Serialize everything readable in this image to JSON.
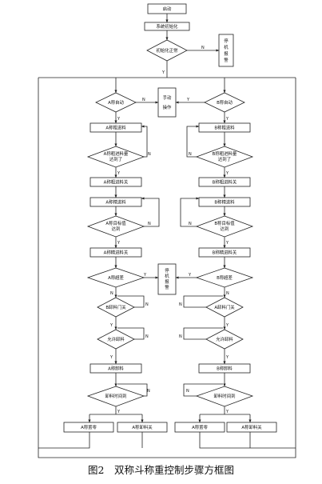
{
  "caption": "图2　双称斗称重控制步骤方框图",
  "nodes": {
    "start": "启动",
    "init": "系统初始化",
    "init_ok": "初始化正常",
    "alarm_top": [
      "停",
      "机",
      "报",
      "警"
    ],
    "manual": [
      "手动",
      "操作"
    ],
    "a_auto": "A称自动",
    "b_auto": "B称自动",
    "a_coarse_feed": "A称粗进料",
    "b_coarse_feed": "B称粗进料",
    "a_coarse_target": [
      "A称粗进料量",
      "达到了"
    ],
    "b_coarse_target": [
      "B称粗进料量",
      "达到了"
    ],
    "a_coarse_close": "A称粗进料关",
    "b_coarse_close": "B称粗进料关",
    "a_fine_feed": "A称精进料",
    "b_fine_feed": "B称精进料",
    "a_target_wt": [
      "A称目标值",
      "达到"
    ],
    "b_target_wt": [
      "B称目标值",
      "达到"
    ],
    "a_fine_close": "A称精进料关",
    "b_fine_close": "B称精进料关",
    "a_fault": "A称超差",
    "b_fault": "B称超差",
    "alarm_mid": [
      "停",
      "机",
      "报",
      "警"
    ],
    "a_gate": "B卸料门关",
    "b_gate": "A卸料门关",
    "a_allow": "允许卸料",
    "b_allow": "允许卸料",
    "a_discharge": "A称卸料",
    "b_discharge": "B称卸料",
    "a_time": "卸料时间到",
    "b_time": "卸料时间到",
    "a_zero": "A称置零",
    "a_discharge_close": "A称卸料关",
    "b_zero": "A称置零",
    "b_discharge_close": "A称卸料关"
  },
  "labels": {
    "yes": "Y",
    "no": "N"
  }
}
